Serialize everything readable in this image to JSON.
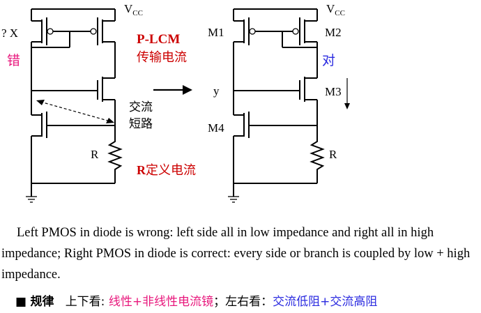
{
  "left_circuit": {
    "vcc": "V",
    "vcc_sub": "CC",
    "question": "? X",
    "wrong": "错",
    "r": "R",
    "ac_short_line1": "交流",
    "ac_short_line2": "短路"
  },
  "center": {
    "plcm": "P-LCM",
    "current_transfer": "传输电流",
    "r_current_r": "R",
    "r_current_text": "定义电流"
  },
  "right_circuit": {
    "vcc": "V",
    "vcc_sub": "CC",
    "m1": "M1",
    "m2": "M2",
    "m3": "M3",
    "m4": "M4",
    "right": "对",
    "y": "y",
    "r": "R"
  },
  "paragraph": "Left PMOS in diode is wrong: left side all in low impedance and right all in high impedance; Right PMOS in diode is correct: every side or branch is coupled by low + high impedance.",
  "rule": {
    "bullet": "■",
    "label": "规律",
    "part1": "上下看: ",
    "part1_value": "线性+非线性电流镜",
    "sep": "；左右看：",
    "part2_value": "交流低阻+交流高阻"
  },
  "colors": {
    "red": "#cc0000",
    "pink": "#e8177c",
    "blue": "#2b2be0"
  }
}
